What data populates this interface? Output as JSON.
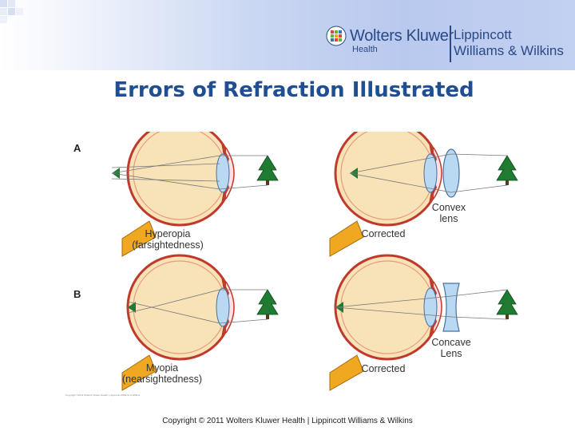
{
  "header": {
    "brand_name": "Wolters Kluwer",
    "brand_sub": "Health",
    "partner_line1": "Lippincott",
    "partner_line2": "Williams & Wilkins"
  },
  "title": "Errors of Refraction Illustrated",
  "panels": {
    "a_label": "A",
    "b_label": "B",
    "hyperopia_line1": "Hyperopia",
    "hyperopia_line2": "(farsightedness)",
    "corrected_a": "Corrected",
    "convex_line1": "Convex",
    "convex_line2": "lens",
    "myopia_line1": "Myopia",
    "myopia_line2": "(nearsightedness)",
    "corrected_b": "Corrected",
    "concave_line1": "Concave",
    "concave_line2": "Lens"
  },
  "tiny_copyright": "Copyright ©2011 Wolters Kluwer Health | Lippincott Williams & Wilkins",
  "footer": "Copyright © 2011 Wolters Kluwer Health | Lippincott Williams & Wilkins",
  "colors": {
    "title": "#1f4e92",
    "brand": "#2a4a86",
    "eye_fill": "#f8e3b8",
    "eye_stroke": "#c0392b",
    "optic_nerve": "#f0a820",
    "lens": "#b9d9f2",
    "tree": "#1f7a32"
  }
}
